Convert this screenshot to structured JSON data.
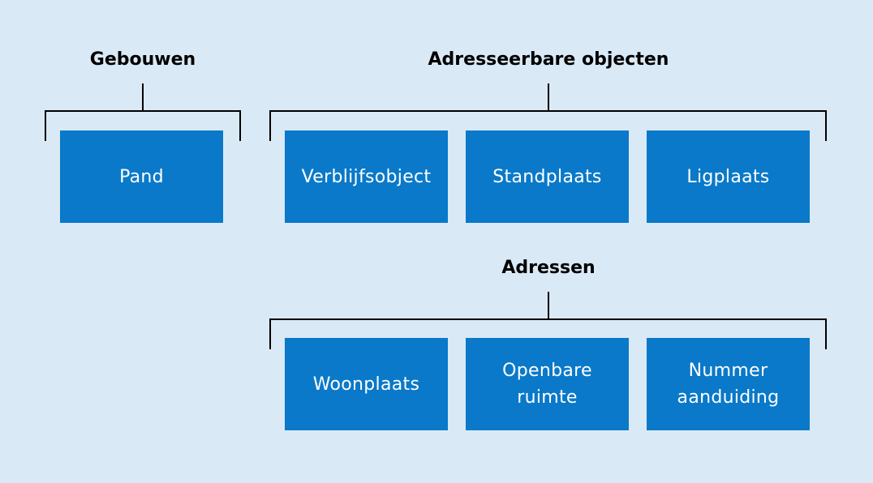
{
  "groups": {
    "gebouwen": {
      "title": "Gebouwen",
      "boxes": [
        "Pand"
      ]
    },
    "adresseerbare": {
      "title": "Adresseerbare objecten",
      "boxes": [
        "Verblijfsobject",
        "Standplaats",
        "Ligplaats"
      ]
    },
    "adressen": {
      "title": "Adressen",
      "boxes": [
        {
          "line1": "Woonplaats",
          "line2": ""
        },
        {
          "line1": "Openbare",
          "line2": "ruimte"
        },
        {
          "line1": "Nummer",
          "line2": "aanduiding"
        }
      ]
    }
  },
  "colors": {
    "background": "#dae9f6",
    "box_fill": "#0a79c9",
    "box_text": "#ffffff",
    "lines": "#000000"
  }
}
